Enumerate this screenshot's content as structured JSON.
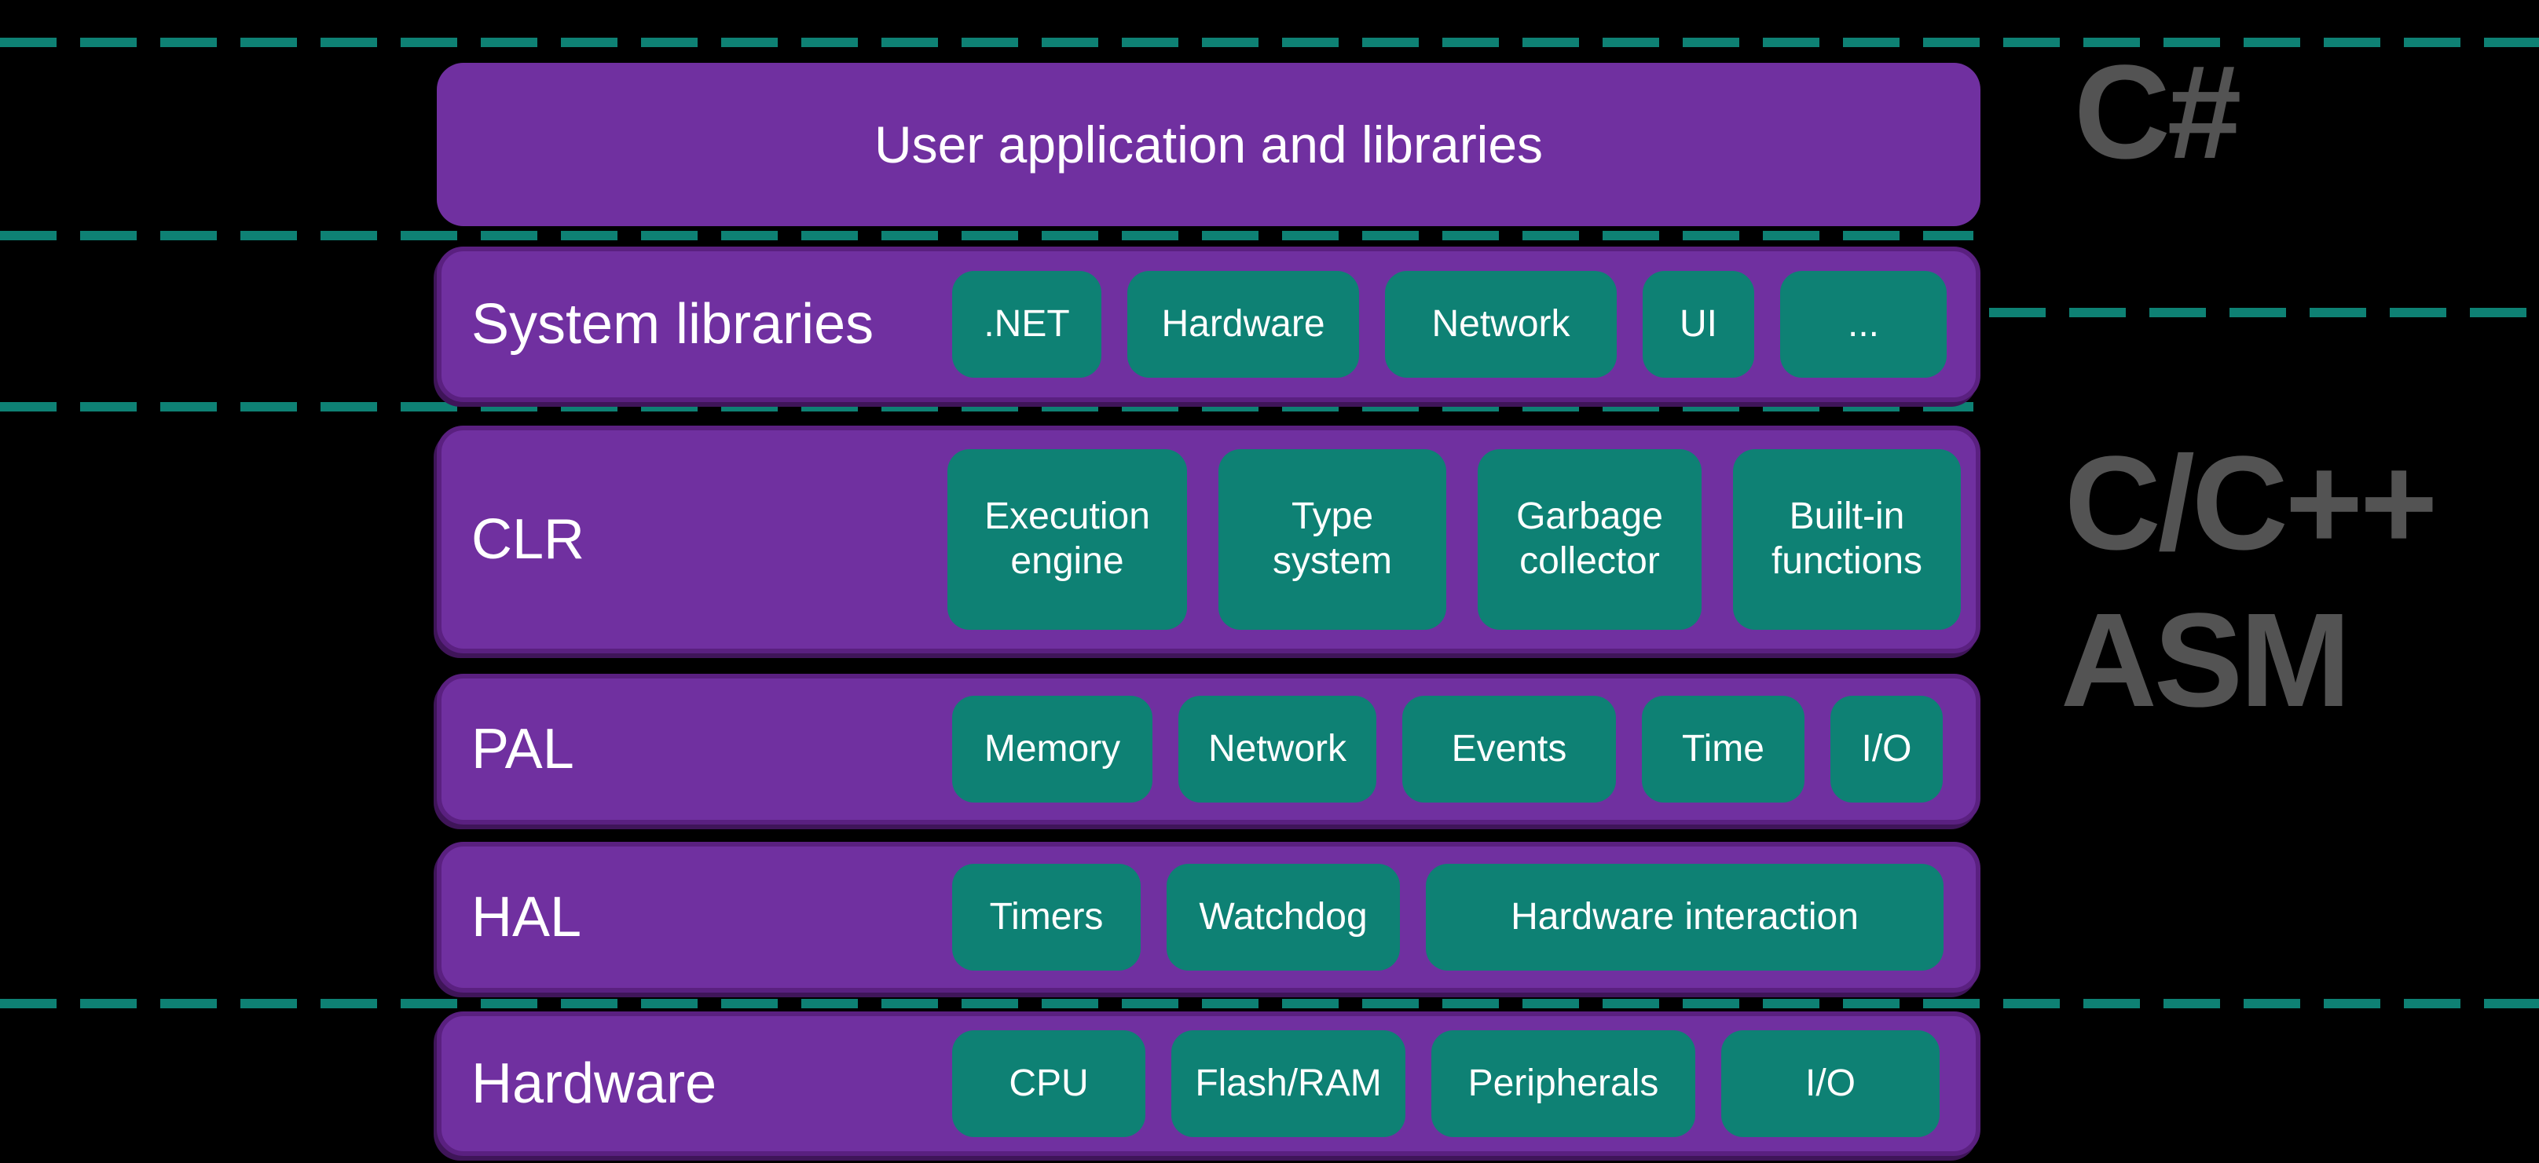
{
  "diagram": {
    "rows": [
      {
        "title": "User application and libraries",
        "chips": []
      },
      {
        "label": "System libraries",
        "chips": [
          ".NET",
          "Hardware",
          "Network",
          "UI",
          "..."
        ]
      },
      {
        "label": "CLR",
        "chips": [
          "Execution engine",
          "Type system",
          "Garbage collector",
          "Built-in functions"
        ]
      },
      {
        "label": "PAL",
        "chips": [
          "Memory",
          "Network",
          "Events",
          "Time",
          "I/O"
        ]
      },
      {
        "label": "HAL",
        "chips": [
          "Timers",
          "Watchdog",
          "Hardware interaction"
        ]
      },
      {
        "label": "Hardware",
        "chips": [
          "CPU",
          "Flash/RAM",
          "Peripherals",
          "I/O"
        ]
      }
    ],
    "side_labels": {
      "top": "C#",
      "middle": "C/C++",
      "bottom": "ASM"
    },
    "colors": {
      "background": "#000000",
      "row_purple": "#7030a0",
      "row_border_purple": "#5a2080",
      "chip_teal": "#0e8174",
      "dash_teal": "#0e8174",
      "text_white": "#ffffff",
      "side_label_gray": "#535353"
    }
  }
}
